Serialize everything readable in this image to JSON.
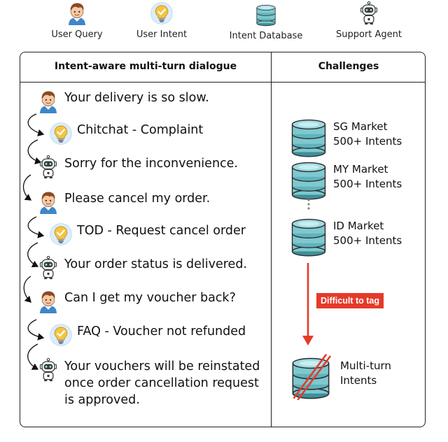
{
  "legend": {
    "user_query": "User Query",
    "user_intent": "User Intent",
    "intent_database": "Intent Database",
    "support_agent": "Support Agent"
  },
  "panel": {
    "left_header": "Intent-aware multi-turn dialogue",
    "right_header": "Challenges"
  },
  "dialogue": [
    {
      "speaker": "user",
      "icon": "user-avatar-icon",
      "text": "Your delivery is so slow."
    },
    {
      "speaker": "intent",
      "icon": "intent-bulb-icon",
      "text": "Chitchat - Complaint"
    },
    {
      "speaker": "agent",
      "icon": "robot-icon",
      "text": "Sorry for the inconvenience."
    },
    {
      "speaker": "user",
      "icon": "user-avatar-icon",
      "text": "Please cancel my order."
    },
    {
      "speaker": "intent",
      "icon": "intent-bulb-icon",
      "text": "TOD - Request cancel order"
    },
    {
      "speaker": "agent",
      "icon": "robot-icon",
      "text": "Your order status is delivered."
    },
    {
      "speaker": "user",
      "icon": "user-avatar-icon",
      "text": "Can I get my voucher back?"
    },
    {
      "speaker": "intent",
      "icon": "intent-bulb-icon",
      "text": "FAQ - Voucher not refunded"
    },
    {
      "speaker": "agent",
      "icon": "robot-icon",
      "text": "Your vouchers will be reinstated\nonce order cancellation request\nis approved."
    }
  ],
  "databases": [
    {
      "name": "SG Market",
      "detail": "500+ Intents"
    },
    {
      "name": "MY Market",
      "detail": "500+ Intents"
    },
    {
      "name": "ID Market",
      "detail": "500+ Intents"
    }
  ],
  "difficult_label": "Difficult to tag",
  "multi_turn_label": "Multi-turn\nIntents",
  "colors": {
    "db_fill": "#7ec8cf",
    "db_dark": "#3e8f98",
    "arrow_red": "#e53a2a",
    "border": "#222222"
  }
}
